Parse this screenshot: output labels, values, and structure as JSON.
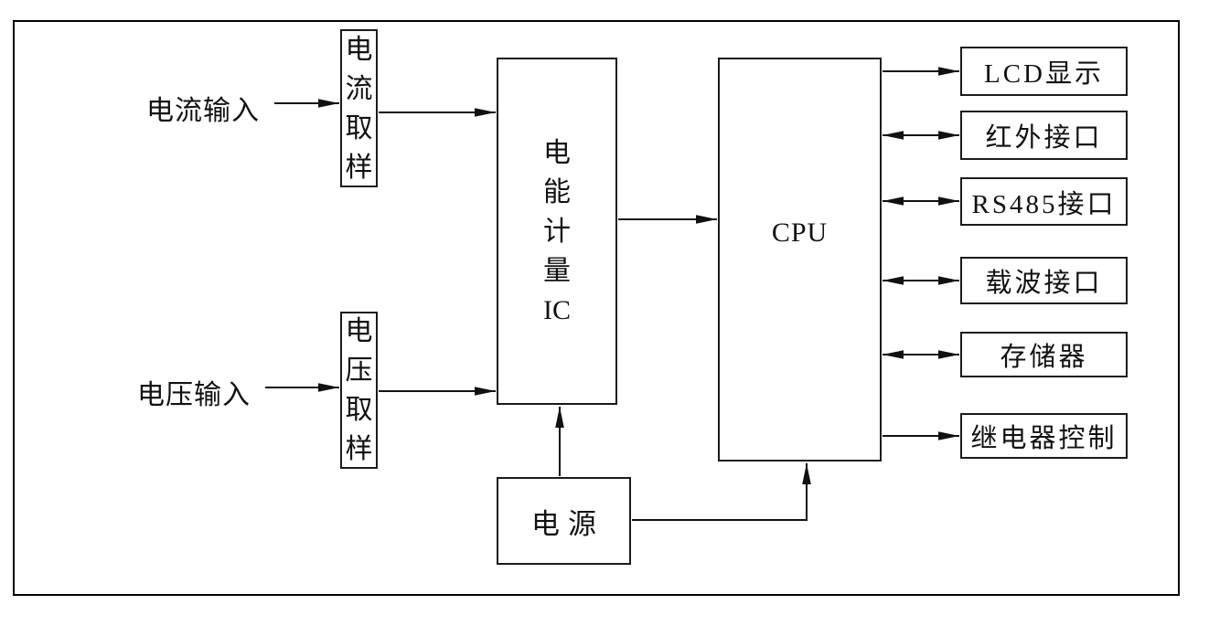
{
  "diagram": {
    "type": "block-diagram",
    "subject": "energy-meter-system",
    "colors": {
      "background": "#ffffff",
      "line": "#111111",
      "border": "#000000"
    },
    "labels": {
      "current_input": "电流输入",
      "voltage_input": "电压输入"
    },
    "blocks": {
      "current_sampling": {
        "label": "电流取样",
        "l1": "电",
        "l2": "流",
        "l3": "取",
        "l4": "样"
      },
      "voltage_sampling": {
        "label": "电压取样",
        "l1": "电",
        "l2": "压",
        "l3": "取",
        "l4": "样"
      },
      "metering_ic": {
        "label": "电能计量IC",
        "l1": "电",
        "l2": "能",
        "l3": "计",
        "l4": "量",
        "l5": "IC"
      },
      "cpu": {
        "label": "CPU"
      },
      "power": {
        "label": "电源"
      },
      "lcd": {
        "label": "LCD显示"
      },
      "infrared": {
        "label": "红外接口"
      },
      "rs485": {
        "label": "RS485接口"
      },
      "carrier": {
        "label": "载波接口"
      },
      "memory": {
        "label": "存储器"
      },
      "relay": {
        "label": "继电器控制"
      }
    },
    "connections": [
      {
        "from": "电流输入",
        "to": "电流取样",
        "type": "arrow"
      },
      {
        "from": "电流取样",
        "to": "电能计量IC",
        "type": "arrow"
      },
      {
        "from": "电压输入",
        "to": "电压取样",
        "type": "arrow"
      },
      {
        "from": "电压取样",
        "to": "电能计量IC",
        "type": "arrow"
      },
      {
        "from": "电能计量IC",
        "to": "CPU",
        "type": "arrow"
      },
      {
        "from": "电源",
        "to": "电能计量IC",
        "type": "arrow"
      },
      {
        "from": "电源",
        "to": "CPU",
        "type": "arrow"
      },
      {
        "from": "CPU",
        "to": "LCD显示",
        "type": "arrow"
      },
      {
        "from": "CPU",
        "to": "红外接口",
        "type": "double-arrow"
      },
      {
        "from": "CPU",
        "to": "RS485接口",
        "type": "double-arrow"
      },
      {
        "from": "CPU",
        "to": "载波接口",
        "type": "double-arrow"
      },
      {
        "from": "CPU",
        "to": "存储器",
        "type": "double-arrow"
      },
      {
        "from": "CPU",
        "to": "继电器控制",
        "type": "arrow"
      }
    ]
  }
}
